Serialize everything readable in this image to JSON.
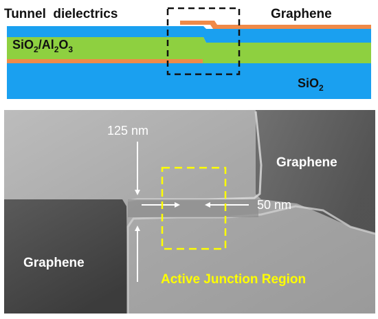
{
  "schematic": {
    "tunnel_label": "Tunnel  dielectrics",
    "graphene_label": "Graphene",
    "stack_label": {
      "a": "SiO",
      "a_sub": "2",
      "slash": "/Al",
      "b_sub": "2",
      "c": "O",
      "c_sub": "3"
    },
    "substrate_label": {
      "main": "SiO",
      "sub": "2"
    },
    "colors": {
      "sio2_blue": "#1aa0f0",
      "al2o3_green": "#8ed040",
      "graphene_orange": "#f08a48"
    }
  },
  "micrograph": {
    "width_label": "125 nm",
    "gap_label": "50 nm",
    "graphene_top_label": "Graphene",
    "graphene_bottom_label": "Graphene",
    "region_label": "Active Junction Region",
    "colors": {
      "region_box": "#ffff00",
      "label_white": "#ffffff"
    }
  }
}
